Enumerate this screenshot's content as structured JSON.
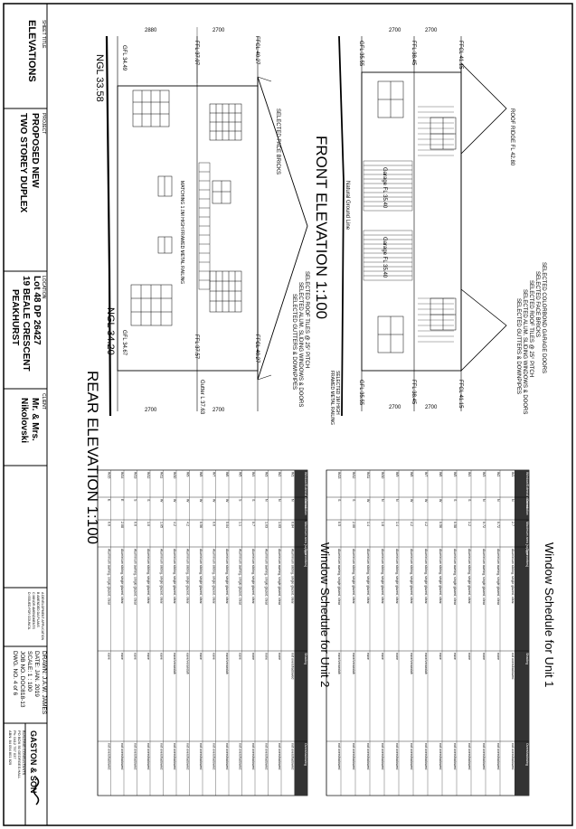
{
  "title_block": {
    "sheet_title_label": "SHEET TITLE",
    "sheet_title": "ELEVATIONS",
    "project_label": "PROJECT",
    "project_lines": [
      "PROPOSED NEW",
      "TWO STOREY DUPLEX"
    ],
    "location_label": "LOCATION",
    "location_lines": [
      "Lot 48  DP 26427",
      "19 BEALE CRESCENT",
      "PEAKHURST"
    ],
    "client_label": "CLIENT",
    "client_lines": [
      "Mr. & Mrs.",
      "Nikolovski"
    ],
    "drawn": "DRAWN:  J.A.W. JAMES",
    "date": "DATE:   JAN. 2019",
    "scale": "SCALE:  1 : 100",
    "job_no": "JOB NO.  DOC818-13",
    "dwg_no": "DWG. NO.  4 of 6",
    "firm_name": "GASTON & SON",
    "firm_lines": [
      "BUILDING CONSULTANTS",
      "PO BOX 50 GEORGES HALL",
      "Ph: 0412 757 037",
      "ABN: 84 094 801 829"
    ],
    "revisions": [
      "A   DEVELOPMENT APPLICATION",
      "B   AMENDED DA PLANS",
      "C   MINOR AMENDMENTS",
      "D   ISSUED FOR COUNCIL"
    ]
  },
  "front_elevation": {
    "title": "FRONT ELEVATION  1:100",
    "labels": {
      "roof_ridge": "ROOF RIDGE FL 42.80",
      "natural_ground": "Natural Ground Line",
      "garage_doors": "SELECTED COLORBOND GARAGE DOORS",
      "face_bricks": "SELECTED FACE BRICKS",
      "roof_tiles": "SELECTED ROOF TILES @ 25° PITCH",
      "alum_windows": "SELECTED ALUM. SLIDING WINDOWS & DOORS",
      "gutters": "SELECTED GUTTERS & DOWNPIPES",
      "gflmesh": "SELECTED 1M HIGH",
      "railing": "FRAMED METAL RAILING",
      "gfl_a": "GFL 35.55",
      "ffl_a": "FFL 38.45",
      "ffcl_a": "FFCL 41.15",
      "gfl_b": "GFL 35.55",
      "ffl_b": "FFL 38.45",
      "ffcl_b": "FFCL 41.15",
      "garage_fl_a": "Garage FL 35.40",
      "garage_fl_b": "Garage FL 35.40"
    },
    "dims": [
      "2700",
      "2700",
      "2700",
      "2700"
    ]
  },
  "rear_elevation": {
    "title": "REAR ELEVATION  1:100",
    "labels": {
      "face_bricks": "SELECTED FACE BRICKS",
      "roof_tiles": "SELECTED ROOF TILES @ 25° PITCH",
      "alum_windows": "SELECTED ALUM. SLIDING WINDOWS & DOORS",
      "gutters": "SELECTED GUTTERS & DOWNPIPES",
      "railing": "MATCHING 1.0M HIGH FRAMED METAL RAILING",
      "ngl_a": "NGL 33.58",
      "ngl_b": "NGL 34.20",
      "gfl_a": "GFL 34.49",
      "ffl_a": "FFL 37.07",
      "ffcl_a": "FFCL 40.27",
      "gfl_b": "GFL 34.67",
      "ffl_b": "FFL 37.57",
      "ffcl_b": "FFCL 40.27",
      "gutter": "Gutter L 37.63"
    },
    "dims": [
      "2880",
      "2700",
      "2700",
      "2700"
    ]
  },
  "schedule_unit1": {
    "title": "Window Schedule for Unit 1",
    "headers": [
      "Window/External door no.",
      "Orientation",
      "Maximum area (square metres)",
      "Type",
      "Shading",
      "Overshadowing"
    ],
    "rows": [
      [
        "W1",
        "N",
        "2.7",
        "Aluminium sliding, single glazed, clear",
        "not overshadowed",
        "not overshadowed"
      ],
      [
        "W2",
        "N",
        "0.72",
        "Aluminium awning, single glazed, clear",
        "none",
        "not overshadowed"
      ],
      [
        "W3",
        "N",
        "0.72",
        "Aluminium awning, single glazed, clear",
        "none",
        "not overshadowed"
      ],
      [
        "W4",
        "S",
        "1.2",
        "Aluminium sliding, single glazed, clear",
        "none",
        "not overshadowed"
      ],
      [
        "W5",
        "S",
        "0.58",
        "Aluminium awning, single glazed, clear",
        "eave",
        "not overshadowed"
      ],
      [
        "W6",
        "W",
        "0.56",
        "Aluminium sliding, single glazed, clear",
        "eave",
        "not overshadowed"
      ],
      [
        "W7",
        "W",
        "4.2",
        "Aluminium sliding, single glazed, clear",
        "eave/verandah",
        "not overshadowed"
      ],
      [
        "W8",
        "W",
        "4.2",
        "Aluminium sliding, single glazed, clear",
        "eave/verandah",
        "not overshadowed"
      ],
      [
        "W9",
        "N",
        "1.4",
        "Aluminium sliding, single glazed, clear",
        "none",
        "not overshadowed"
      ],
      [
        "W10",
        "N",
        "1.8",
        "Aluminium sliding, single glazed, clear",
        "eave",
        "not overshadowed"
      ],
      [
        "W11",
        "W",
        "1.4",
        "Aluminium sliding, single glazed, clear",
        "eave",
        "not overshadowed"
      ],
      [
        "W12",
        "S",
        "2.00",
        "Aluminium sliding, single glazed, clear",
        "eave/verandah",
        "not overshadowed"
      ],
      [
        "W13",
        "S",
        "0.5",
        "Aluminium awning, single glazed, clear",
        "eave/verandah",
        "not overshadowed"
      ]
    ]
  },
  "schedule_unit2": {
    "title": "Window Schedule for Unit 2",
    "headers": [
      "Window/External door no.",
      "Orientation",
      "Maximum area (square metres)",
      "Type",
      "Shading",
      "Overshadowing"
    ],
    "rows": [
      [
        "W1",
        "N",
        "0.84",
        "Aluminium sliding, single glazed, clear",
        "not overshadowed",
        "not overshadowed"
      ],
      [
        "W2",
        "N",
        "1.03",
        "Aluminium awning, single glazed, clear",
        "none",
        "not overshadowed"
      ],
      [
        "W3",
        "N",
        "1.03",
        "Aluminium awning, single glazed, clear",
        "none",
        "not overshadowed"
      ],
      [
        "W4",
        "S",
        "0.7",
        "Aluminium sliding, single glazed, clear",
        "none",
        "not overshadowed"
      ],
      [
        "W5",
        "S",
        "1.1",
        "Aluminium awning, single glazed, clear",
        "eave",
        "not overshadowed"
      ],
      [
        "W6",
        "W",
        "5.04",
        "Aluminium sliding, single glazed, clear",
        "eave/verandah",
        "not overshadowed"
      ],
      [
        "W7",
        "W",
        "0.6",
        "Aluminium sliding, single glazed, clear",
        "eave",
        "not overshadowed"
      ],
      [
        "W8",
        "W",
        "0.56",
        "Aluminium sliding, single glazed, clear",
        "eave",
        "not overshadowed"
      ],
      [
        "W9",
        "W",
        "4.2",
        "Aluminium sliding, single glazed, clear",
        "eave/verandah",
        "not overshadowed"
      ],
      [
        "W10",
        "W",
        "4.2",
        "Aluminium sliding, single glazed, clear",
        "eave/verandah",
        "not overshadowed"
      ],
      [
        "W11",
        "W",
        "1.05",
        "Aluminium sliding, single glazed, clear",
        "eave",
        "not overshadowed"
      ],
      [
        "W12",
        "S",
        "1.0",
        "Aluminium sliding, single glazed, clear",
        "eave",
        "not overshadowed"
      ],
      [
        "W13",
        "S",
        "0.6",
        "Aluminium awning, single glazed, clear",
        "eave",
        "not overshadowed"
      ],
      [
        "W14",
        "E",
        "2.08",
        "Aluminium sliding, single glazed, clear",
        "eave",
        "not overshadowed"
      ],
      [
        "W15",
        "E",
        "0.6",
        "Aluminium awning, single glazed, clear",
        "eave",
        "not overshadowed"
      ]
    ]
  }
}
